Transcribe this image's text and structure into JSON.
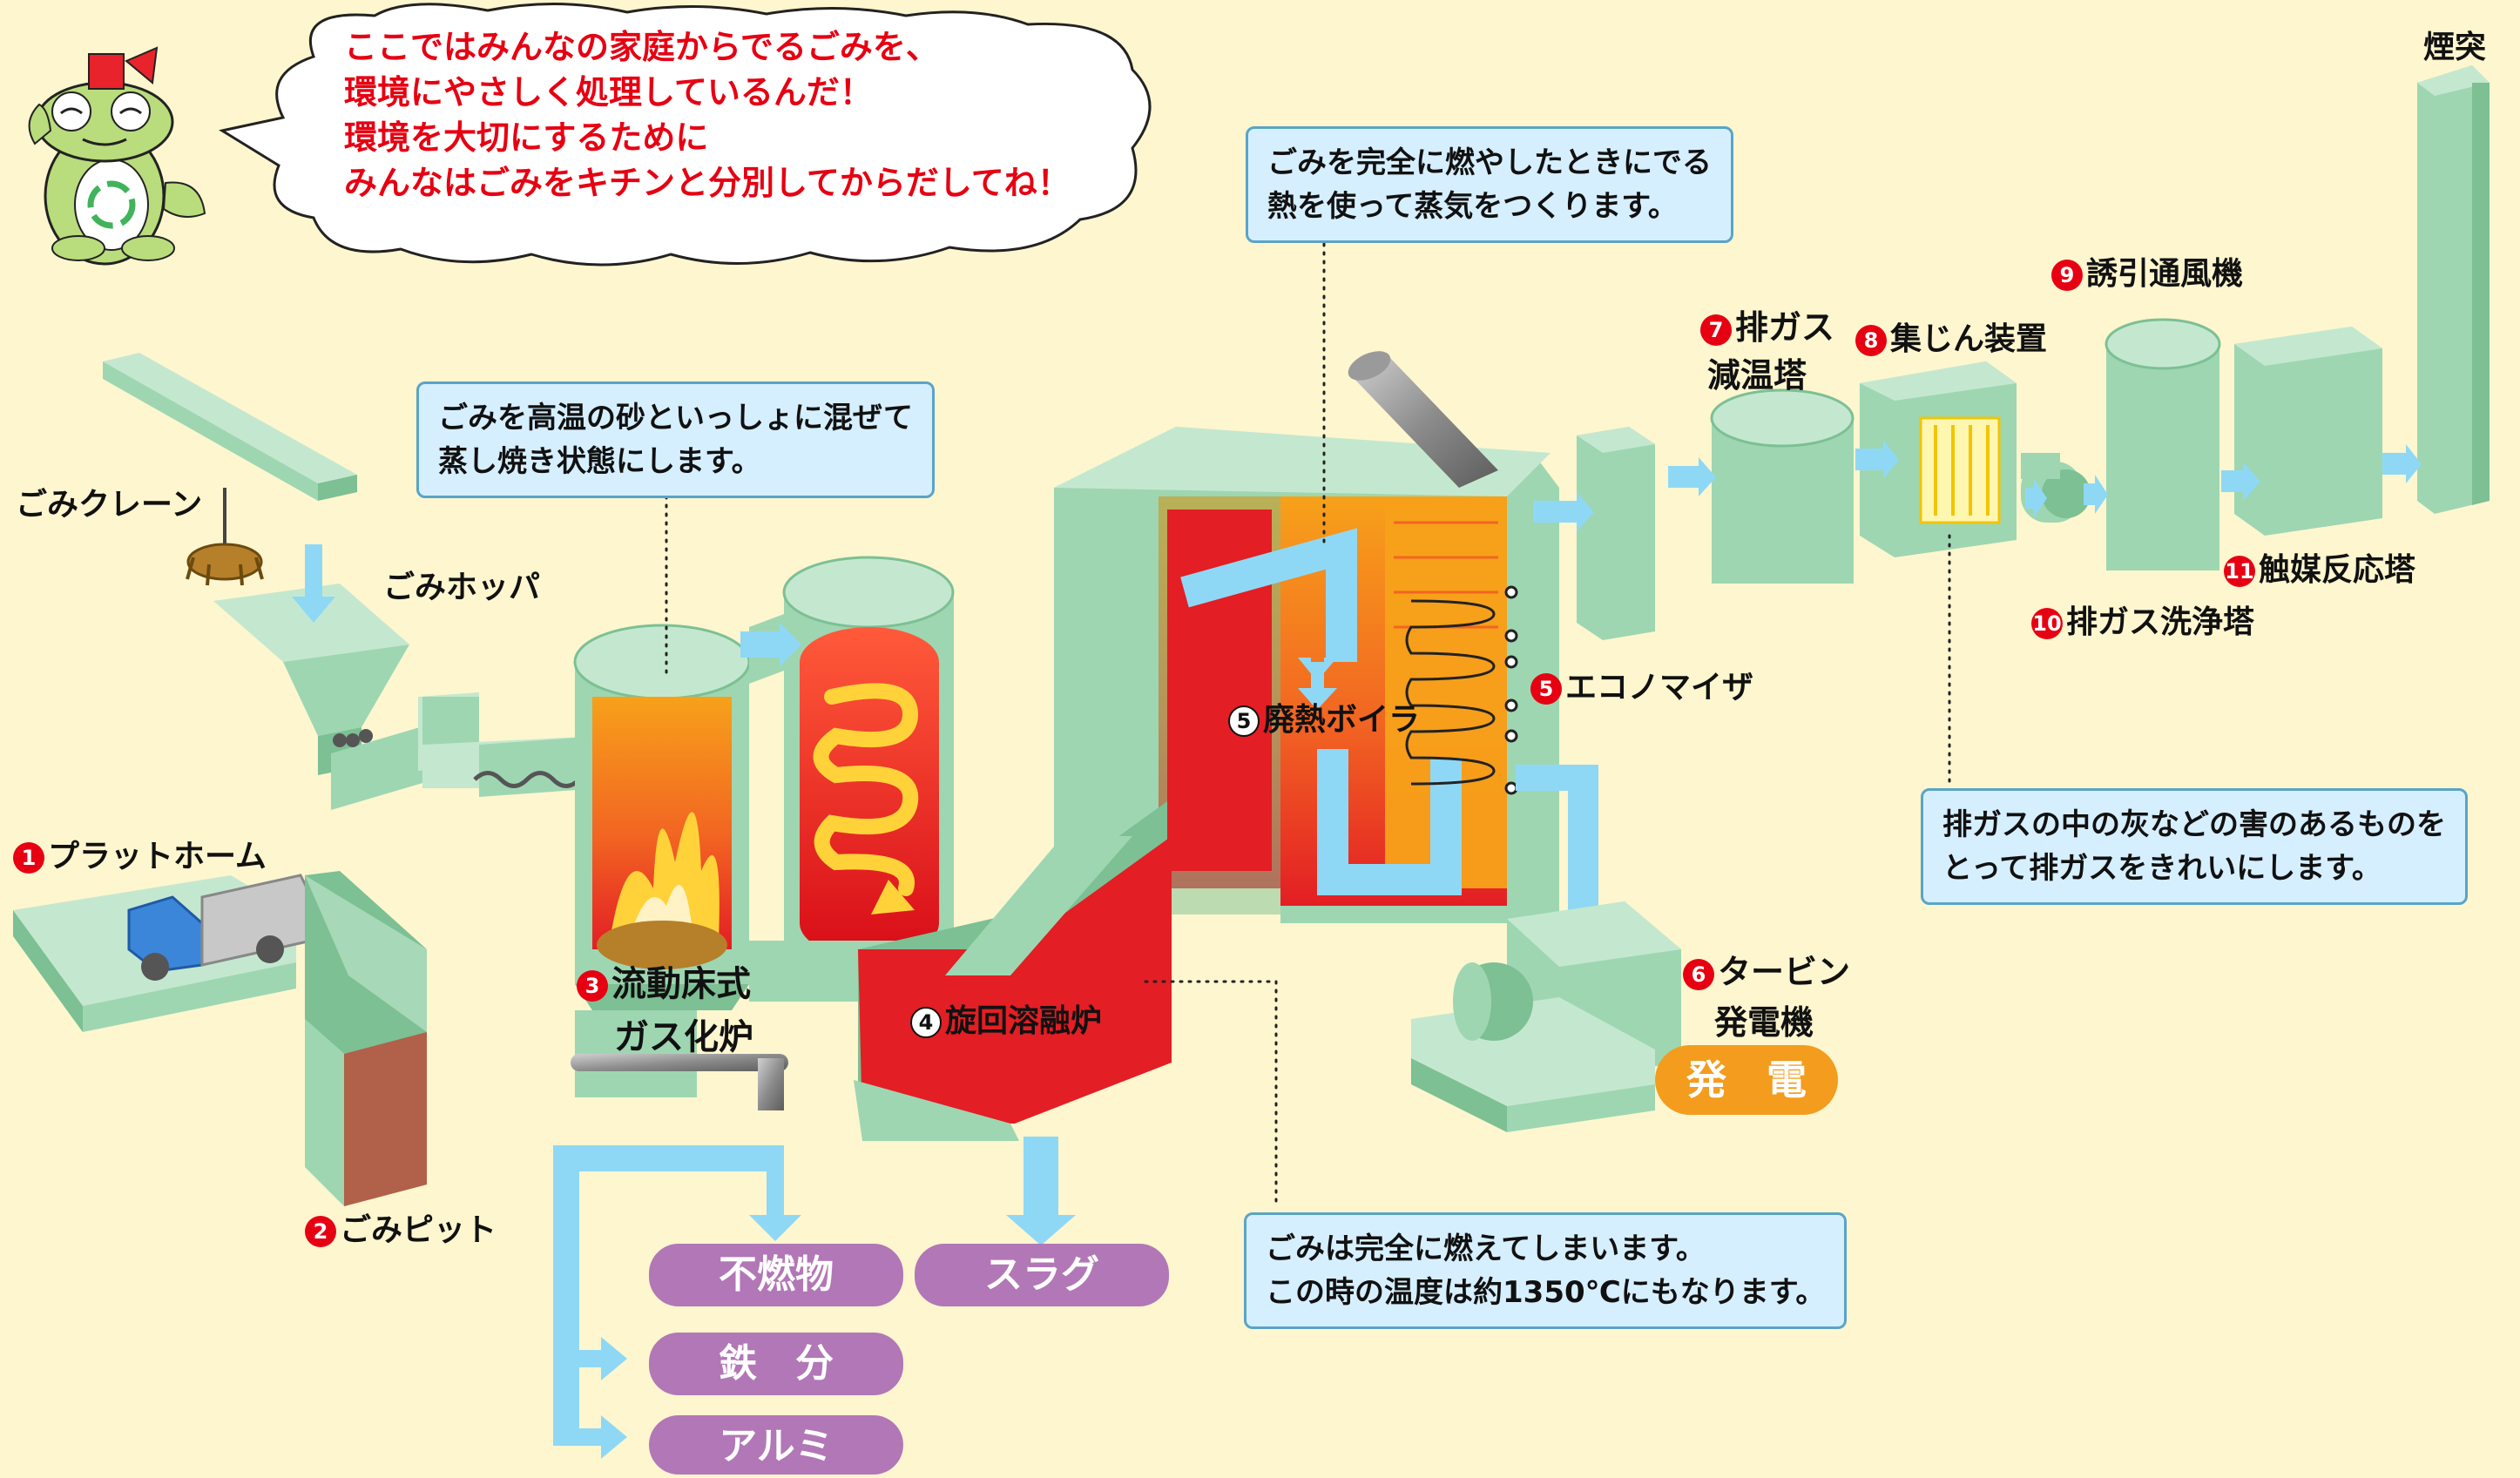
{
  "speech": {
    "lines": [
      "ここではみんなの家庭からでるごみを、",
      "環境にやさしく処理しているんだ！",
      "環境を大切にするために",
      "みんなはごみをキチンと分別してからだしてね！"
    ]
  },
  "notes": {
    "sand": {
      "lines": [
        "ごみを高温の砂といっしょに混ぜて",
        "蒸し焼き状態にします。"
      ]
    },
    "steam": {
      "lines": [
        "ごみを完全に燃やしたときにでる",
        "熱を使って蒸気をつくります。"
      ]
    },
    "melt": {
      "lines": [
        "ごみは完全に燃えてしまいます。",
        "この時の温度は約1350℃にもなります。"
      ]
    },
    "clean": {
      "lines": [
        "排ガスの中の灰などの害のあるものを",
        "とって排ガスをきれいにします。"
      ]
    }
  },
  "labels": {
    "crane": "ごみクレーン",
    "hopper": "ごみホッパ",
    "platform": {
      "num": "1",
      "text": "プラットホーム"
    },
    "pit": {
      "num": "2",
      "text": "ごみピット"
    },
    "gasifier": {
      "num": "3",
      "line1": "流動床式",
      "line2": "ガス化炉"
    },
    "melting": {
      "num": "4",
      "text": "旋回溶融炉"
    },
    "boiler": {
      "num": "5",
      "text": "廃熱ボイラ"
    },
    "economizer": {
      "num": "5",
      "text": "エコノマイザ"
    },
    "turbine": {
      "num": "6",
      "line1": "タービン",
      "line2": "発電機"
    },
    "cooler": {
      "num": "7",
      "line1": "排ガス",
      "line2": "減温塔"
    },
    "dust": {
      "num": "8",
      "text": "集じん装置"
    },
    "fan": {
      "num": "9",
      "text": "誘引通風機"
    },
    "scrubber": {
      "num": "10",
      "text": "排ガス洗浄塔"
    },
    "catalyst": {
      "num": "11",
      "text": "触媒反応塔"
    },
    "chimney": "煙突"
  },
  "outputs": {
    "power": "発　電",
    "incombustible": "不燃物",
    "iron": "鉄　分",
    "aluminum": "アルミ",
    "slag": "スラグ"
  },
  "colors": {
    "background": "#fdf6cf",
    "machine_front": "#9ed6b2",
    "machine_top": "#c4e8cf",
    "machine_side": "#7cc094",
    "arrow": "#8fd8f5",
    "fire": "#e8232c",
    "output_pill": "#b277b6",
    "power_pill": "#f39c1e"
  }
}
